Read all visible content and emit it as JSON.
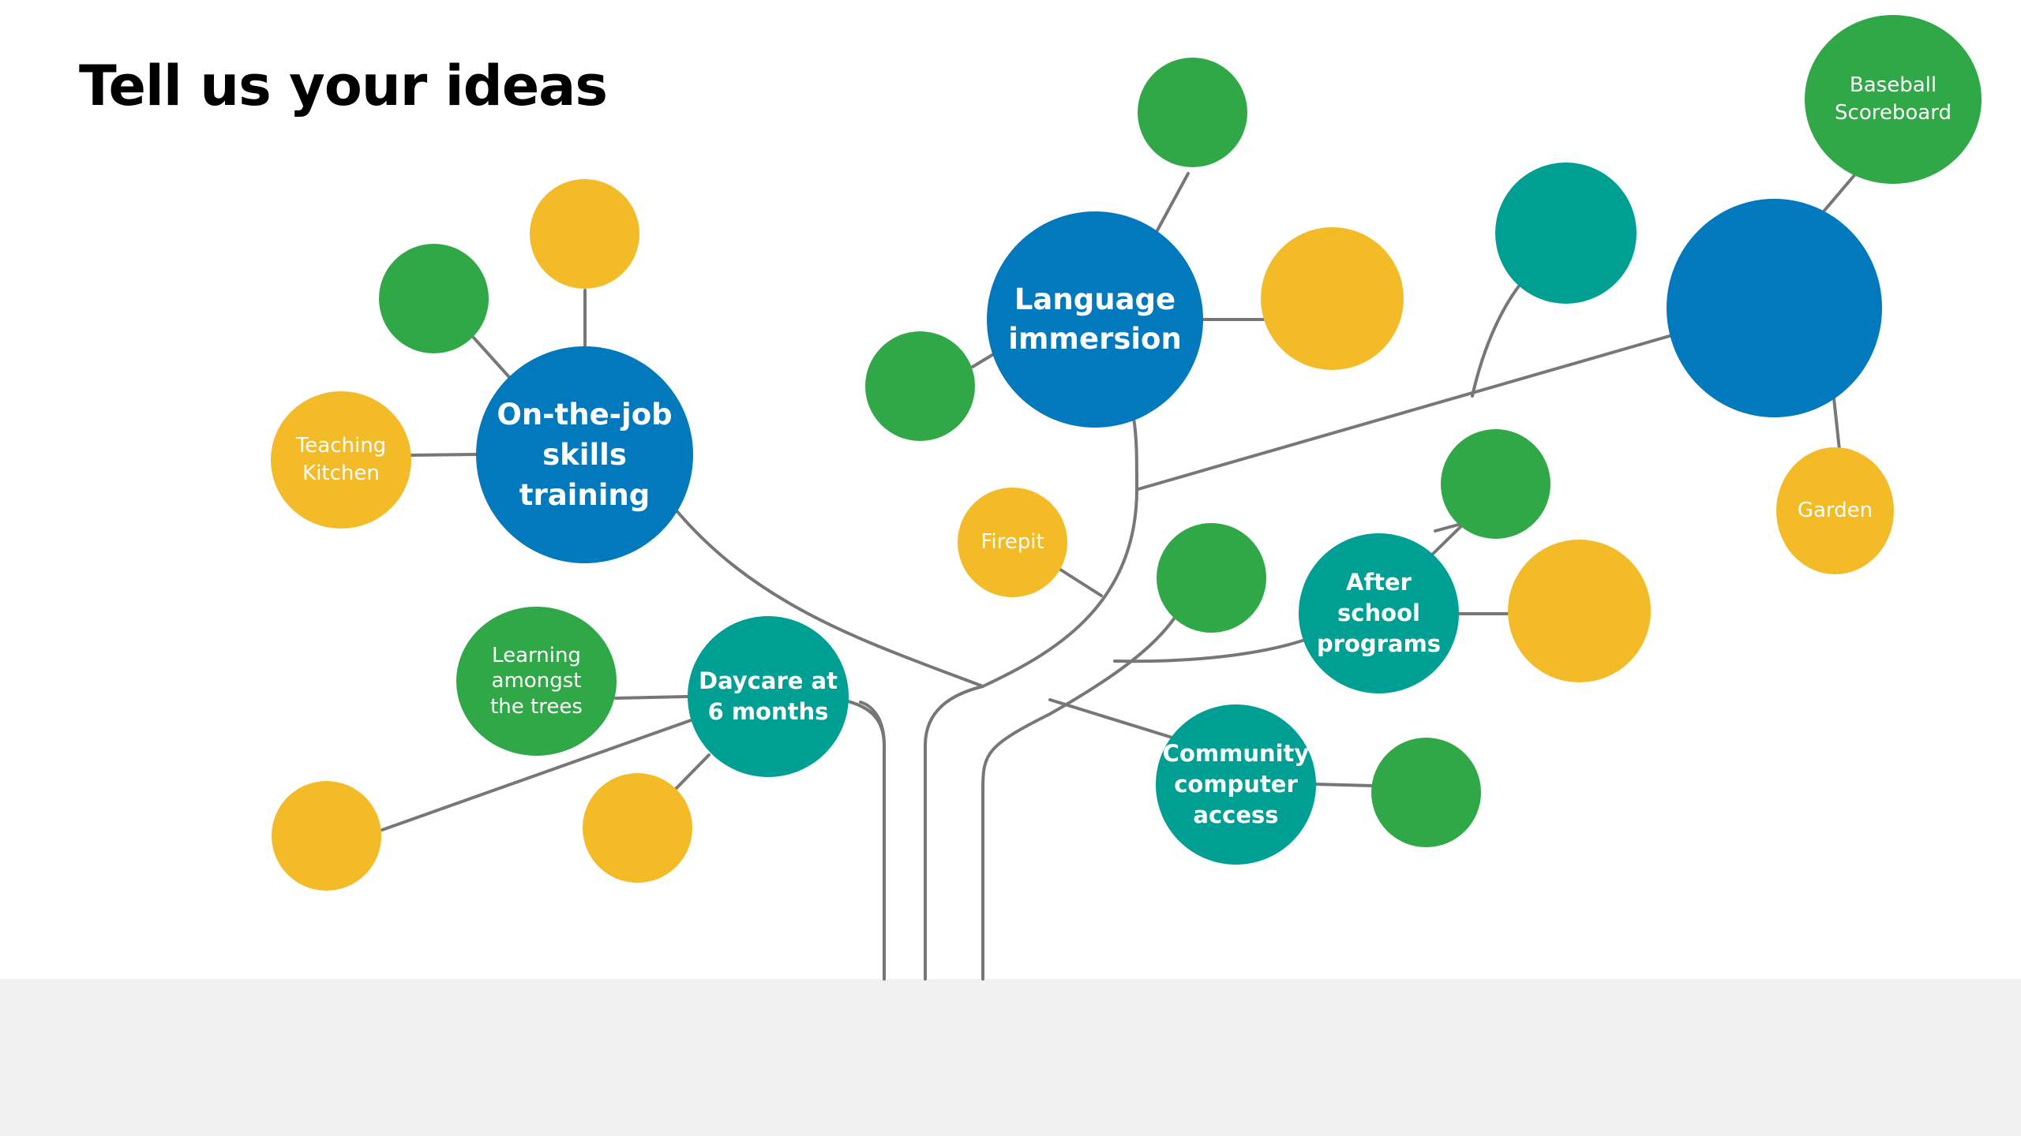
{
  "title": "Tell us your ideas",
  "colors": {
    "blue": "#0379bd",
    "green": "#31a847",
    "yellow": "#f4bb28",
    "teal": "#009f93",
    "branch": "#777777",
    "footer": "#f1f1f1"
  },
  "nodes": {
    "baseball_scoreboard": "Baseball\nScoreboard",
    "language_immersion": "Language\nimmersion",
    "on_the_job": "On-the-job\nskills\ntraining",
    "teaching_kitchen": "Teaching\nKitchen",
    "garden": "Garden",
    "firepit": "Firepit",
    "after_school": "After\nschool\nprograms",
    "learning_trees": "Learning\namongst\nthe trees",
    "daycare": "Daycare at\n6 months",
    "community_computer": "Community\ncomputer\naccess"
  }
}
